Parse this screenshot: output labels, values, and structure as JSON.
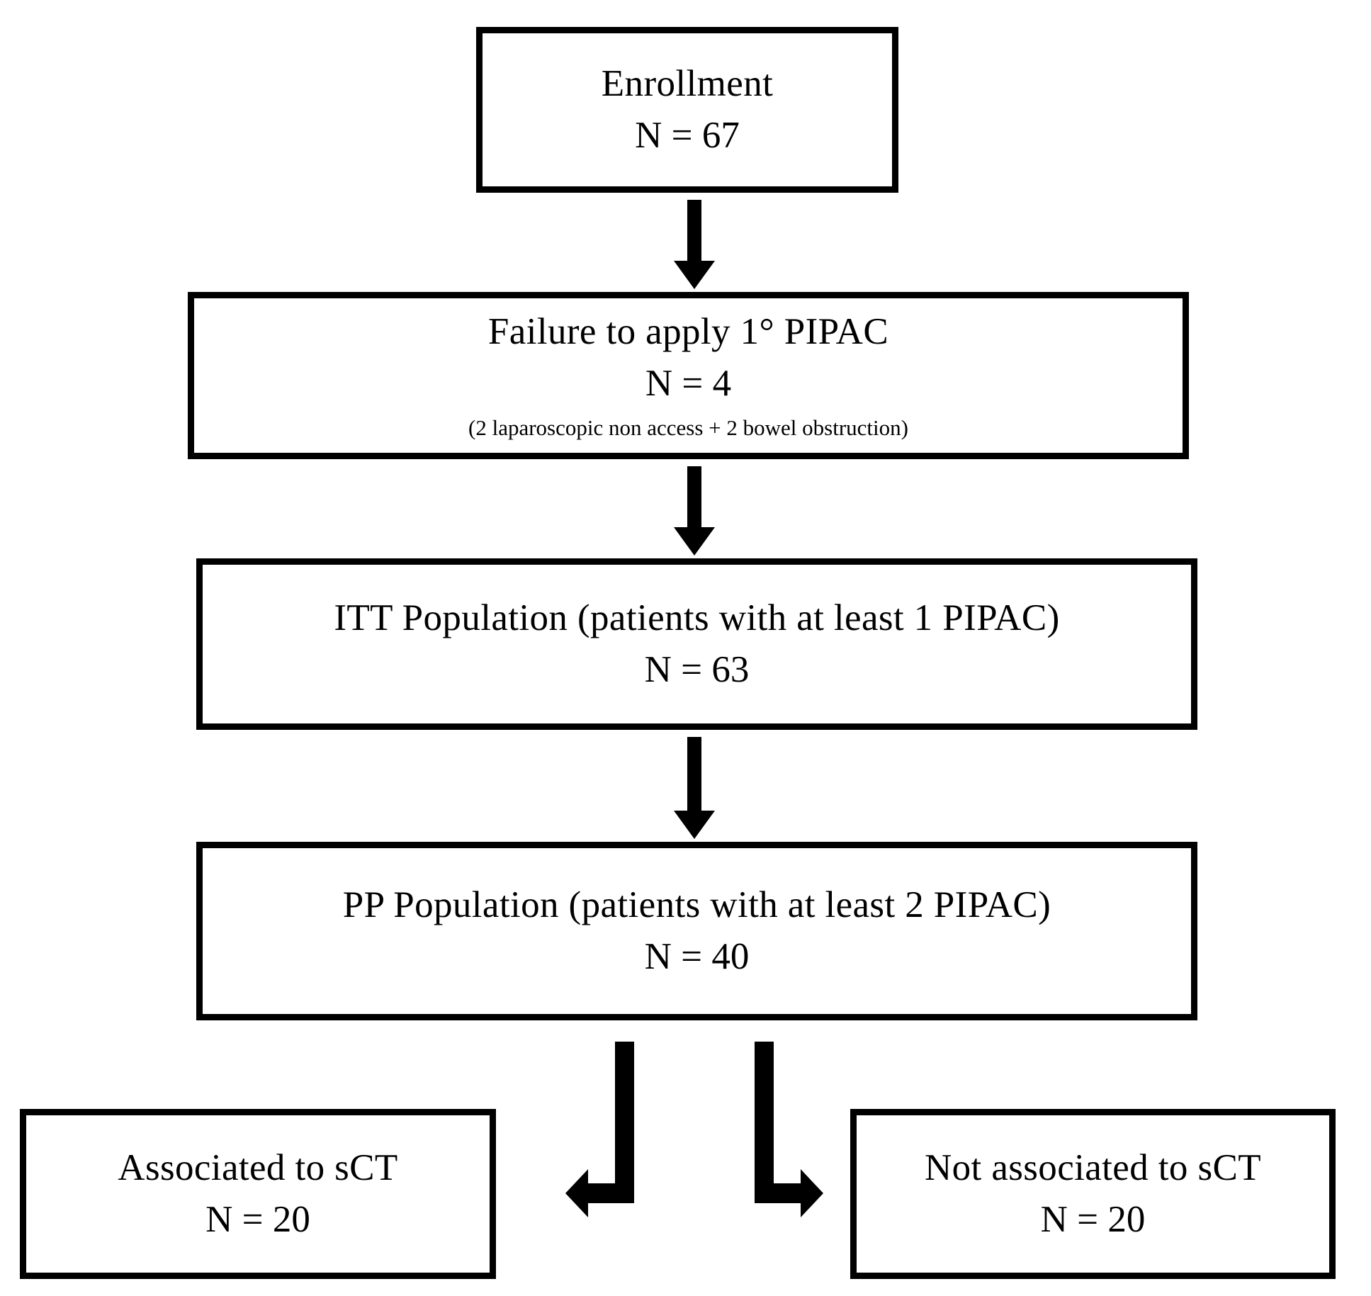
{
  "diagram": {
    "type": "flowchart",
    "title": "Patient enrollment and analysis population flow",
    "orientation": "top-down",
    "colors": {
      "box_border": "#000000",
      "box_fill": "#ffffff",
      "connector": "#000000",
      "text": "#000000"
    },
    "nodes": [
      {
        "id": "enrollment",
        "label": "Enrollment",
        "count": "N = 67",
        "note": ""
      },
      {
        "id": "failure",
        "label": "Failure to apply  1° PIPAC",
        "count": "N = 4",
        "note": "(2 laparoscopic  non  access + 2 bowel obstruction)"
      },
      {
        "id": "itt",
        "label": "ITT  Population (patients with at least 1 PIPAC)",
        "count": "N = 63",
        "note": ""
      },
      {
        "id": "pp",
        "label": "PP Population (patients  with at least 2 PIPAC)",
        "count": "N = 40",
        "note": ""
      },
      {
        "id": "associated",
        "label": "Associated  to sCT",
        "count": "N = 20",
        "note": ""
      },
      {
        "id": "not_associated",
        "label": "Not associated to sCT",
        "count": "N = 20",
        "note": ""
      }
    ],
    "connectors": [
      {
        "id": "enrollment-to-failure",
        "from": "enrollment",
        "to": "failure",
        "shape": "straight-down",
        "icon": "down-arrow-icon"
      },
      {
        "id": "failure-to-itt",
        "from": "failure",
        "to": "itt",
        "shape": "straight-down",
        "icon": "down-arrow-icon"
      },
      {
        "id": "itt-to-pp",
        "from": "itt",
        "to": "pp",
        "shape": "straight-down",
        "icon": "down-arrow-icon"
      },
      {
        "id": "pp-to-associated",
        "from": "pp",
        "to": "associated",
        "shape": "elbow-down-left",
        "icon": "elbow-left-arrow-icon"
      },
      {
        "id": "pp-to-not-associated",
        "from": "pp",
        "to": "not_associated",
        "shape": "elbow-down-right",
        "icon": "elbow-right-arrow-icon"
      }
    ]
  }
}
